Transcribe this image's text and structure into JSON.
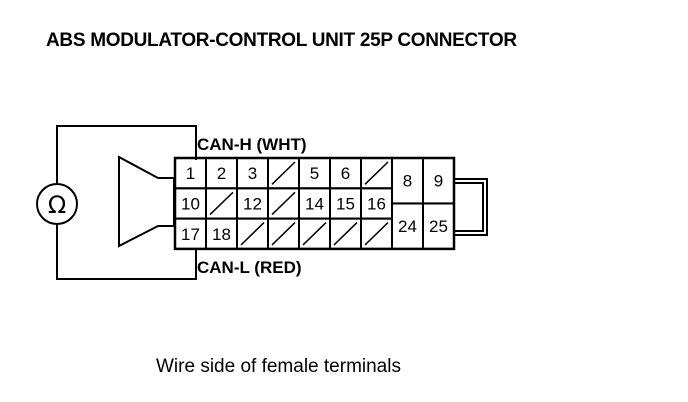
{
  "title": "ABS MODULATOR-CONTROL UNIT 25P CONNECTOR",
  "caption": "Wire side of female terminals",
  "meter_symbol": "Ω",
  "wires": {
    "top": "CAN-H (WHT)",
    "bottom": "CAN-L (RED)"
  },
  "connector": {
    "rows": [
      [
        "1",
        "2",
        "3",
        "",
        "5",
        "6",
        ""
      ],
      [
        "10",
        "",
        "12",
        "",
        "14",
        "15",
        "16"
      ],
      [
        "17",
        "18",
        "",
        "",
        "",
        "",
        ""
      ]
    ],
    "right_rows": [
      [
        "8",
        "9"
      ],
      [
        "24",
        "25"
      ]
    ],
    "jumper_pins": [
      "9",
      "25"
    ]
  },
  "icons": [
    "ohmmeter-icon",
    "connector-housing",
    "jumper-wire"
  ]
}
